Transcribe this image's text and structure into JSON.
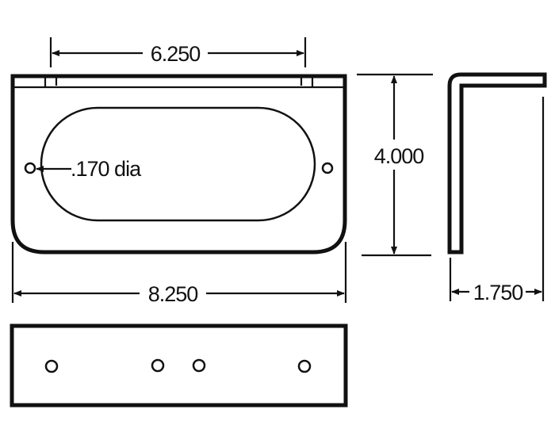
{
  "drawing": {
    "dimensions": {
      "hole_spacing_top": "6.250",
      "overall_width": "8.250",
      "height": "4.000",
      "depth": "1.750",
      "hole_diameter": ".170 dia"
    },
    "colors": {
      "line": "#111111",
      "background": "#ffffff"
    }
  }
}
